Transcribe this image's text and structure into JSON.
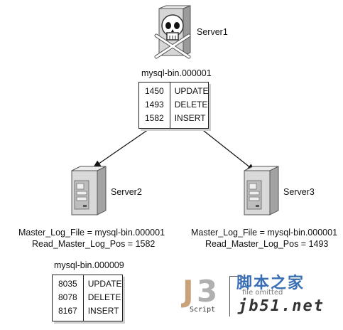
{
  "server1": {
    "name": "Server1",
    "binlog_file": "mysql-bin.000001",
    "events": [
      {
        "pos": "1450",
        "op": "UPDATE"
      },
      {
        "pos": "1493",
        "op": "DELETE"
      },
      {
        "pos": "1582",
        "op": "INSERT"
      }
    ]
  },
  "server2": {
    "name": "Server2",
    "master_log_file": "Master_Log_File = mysql-bin.000001",
    "read_master_log_pos": "Read_Master_Log_Pos = 1582",
    "binlog_file": "mysql-bin.000009",
    "events": [
      {
        "pos": "8035",
        "op": "UPDATE"
      },
      {
        "pos": "8078",
        "op": "DELETE"
      },
      {
        "pos": "8167",
        "op": "INSERT"
      }
    ]
  },
  "server3": {
    "name": "Server3",
    "master_log_file": "Master_Log_File = mysql-bin.000001",
    "read_master_log_pos": "Read_Master_Log_Pos = 1493"
  },
  "watermark": {
    "site_cn": "脚本之家",
    "site_en": "jb51.net",
    "logo_small": "Script",
    "note": "file omitted"
  }
}
